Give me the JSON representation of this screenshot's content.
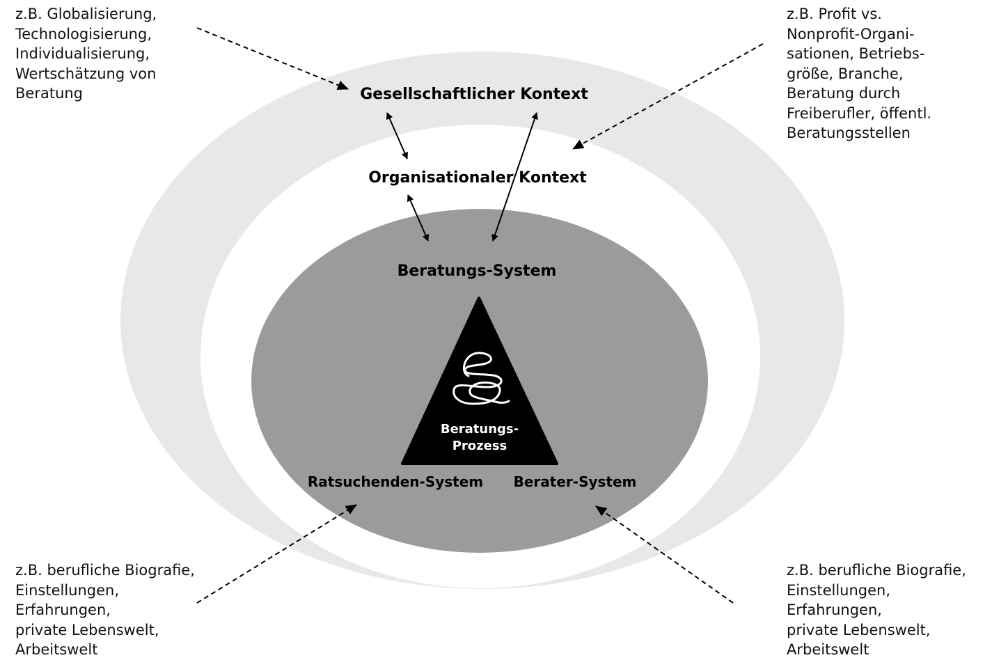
{
  "colors": {
    "outer_ring": "#e8e8e8",
    "middle_ring": "#ffffff",
    "inner_system": "#9b9b9b",
    "triangle": "#000000",
    "text": "#000000",
    "triangle_text": "#ffffff"
  },
  "icons": {
    "process": "scribble-loop-icon"
  },
  "labels": {
    "gesellschaft": "Gesellschaftlicher Kontext",
    "organisation": "Organisationaler Kontext",
    "beratungs_system": "Beratungs-System",
    "prozess_line1": "Beratungs-",
    "prozess_line2": "Prozess",
    "ratsuchende": "Ratsuchenden-System",
    "berater": "Berater-System"
  },
  "notes": {
    "top_left": [
      "z.B. Globalisierung,",
      "Technologisierung,",
      "Individualisierung,",
      "Wertschätzung von",
      "Beratung"
    ],
    "top_right": [
      "z.B. Profit vs.",
      "Nonprofit-Organi-",
      "sationen, Betriebs-",
      "größe, Branche,",
      "Beratung durch",
      "Freiberufler, öffentl.",
      "Beratungsstellen"
    ],
    "bottom_left": [
      "z.B. berufliche Biografie,",
      "Einstellungen,",
      "Erfahrungen,",
      "private Lebenswelt,",
      "Arbeitswelt"
    ],
    "bottom_right": [
      "z.B. berufliche Biografie,",
      "Einstellungen,",
      "Erfahrungen,",
      "private Lebenswelt,",
      "Arbeitswelt"
    ]
  }
}
